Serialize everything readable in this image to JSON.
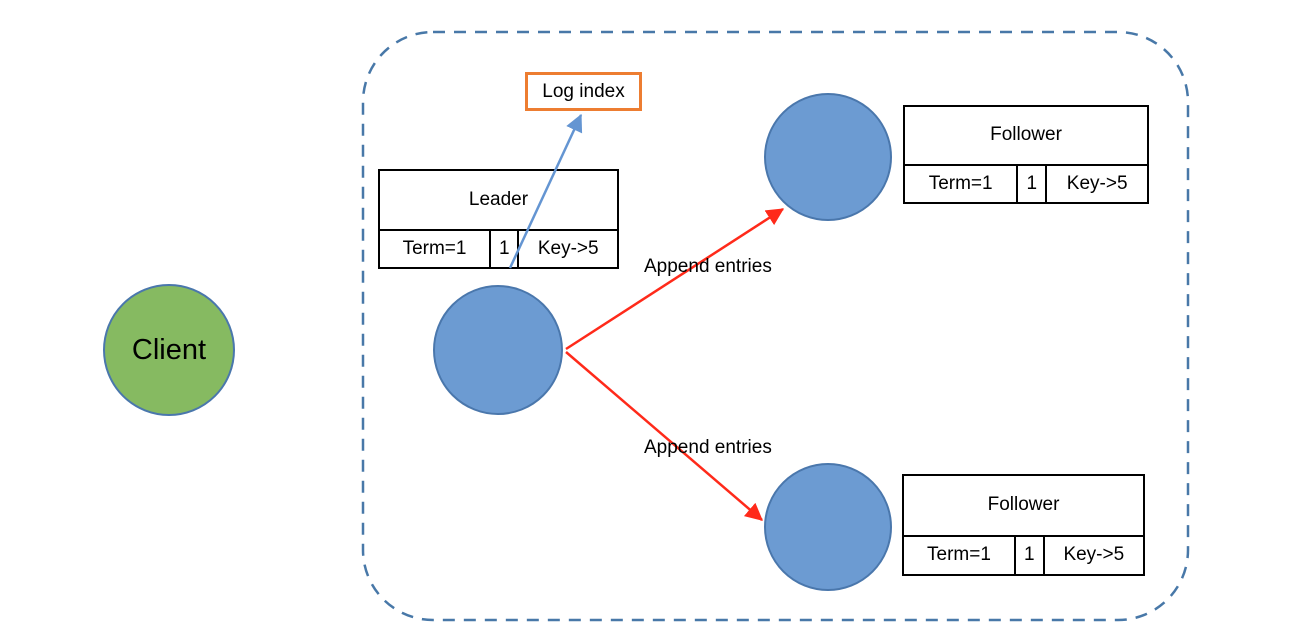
{
  "colors": {
    "node-blue": "#6C9BD2",
    "node-border": "#4A77AC",
    "client-green": "#86BA61",
    "cluster-border": "#4878A8",
    "log-index-border": "#ED7D31",
    "append-arrow": "#FF2A1A",
    "log-arrow": "#6495D2",
    "table-border": "#000000",
    "text": "#000000",
    "background": "#FFFFFF"
  },
  "client": {
    "label": "Client"
  },
  "cluster": {
    "log_index": {
      "label": "Log index"
    },
    "leader": {
      "table": {
        "title": "Leader",
        "cells": [
          "Term=1",
          "1",
          "Key->5"
        ]
      }
    },
    "followers": [
      {
        "table": {
          "title": "Follower",
          "cells": [
            "Term=1",
            "1",
            "Key->5"
          ]
        }
      },
      {
        "table": {
          "title": "Follower",
          "cells": [
            "Term=1",
            "1",
            "Key->5"
          ]
        }
      }
    ],
    "edges": [
      {
        "label": "Append entries"
      },
      {
        "label": "Append entries"
      }
    ]
  }
}
